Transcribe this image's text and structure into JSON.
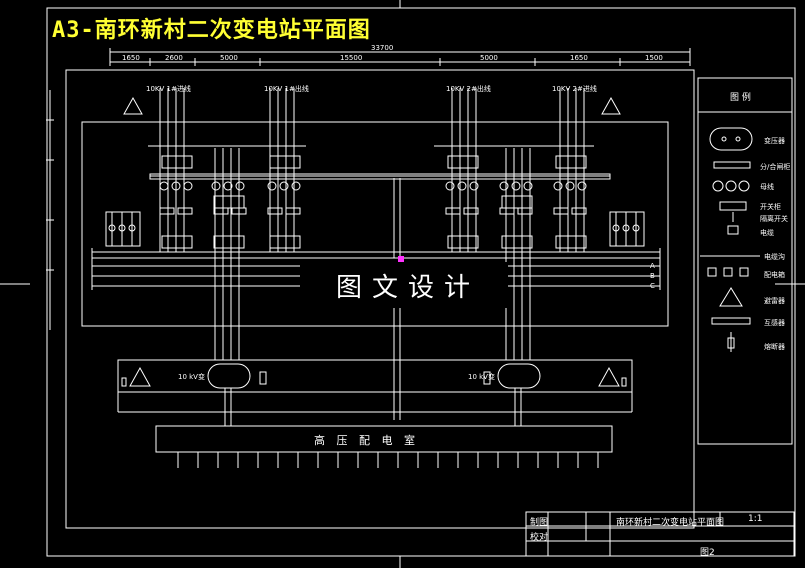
{
  "title": "A3-南环新村二次变电站平面图",
  "watermark": "图文设计",
  "legend": {
    "heading": "图  例",
    "items": [
      "变压器",
      "分/合闸柜",
      "母线",
      "开关柜",
      "隔离开关",
      "电缆",
      "电缆沟",
      "配电箱",
      "避雷器",
      "互感器",
      "熔断器"
    ]
  },
  "drawing": {
    "overall_dimension": "33700",
    "dimension_segments": [
      "1650",
      "2600",
      "5000",
      "15500",
      "5000",
      "1650",
      "1500"
    ],
    "bay_labels": [
      "10KV 1#进线",
      "10KV 1#出线",
      "10KV 2#出线",
      "10KV 2#进线"
    ],
    "transformer_labels": [
      "10 kV变",
      "10 kV变"
    ],
    "room_label": "高 压 配 电 室",
    "bus_labels": [
      "A",
      "B",
      "C"
    ]
  },
  "title_block": {
    "drawn_label": "制图",
    "check_label": "校对",
    "drawing_name": "南环新村二次变电站平面图",
    "scale": "1:1",
    "sheet": "图2"
  },
  "colors": {
    "background": "#000000",
    "lines": "#ffffff",
    "title": "#ffff33",
    "accent": "#ff33ff"
  }
}
